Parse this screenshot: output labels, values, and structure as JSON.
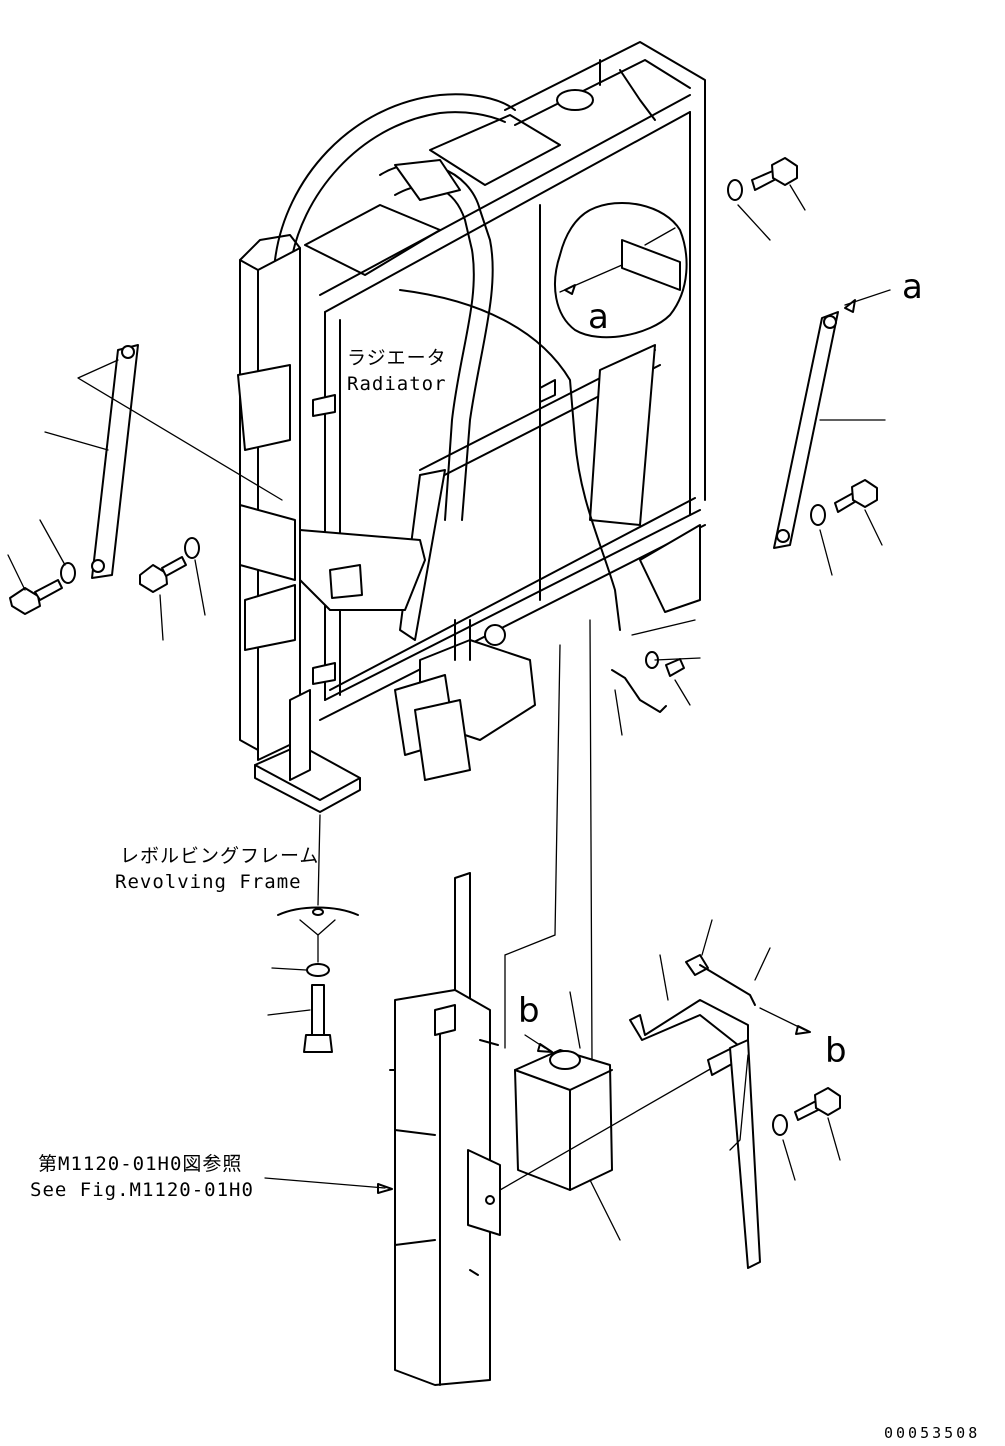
{
  "labels": {
    "radiator_jp": "ラジエータ",
    "radiator_en": "Radiator",
    "frame_jp": "レボルビングフレーム",
    "frame_en": "Revolving Frame",
    "see_fig_jp": "第M1120-01H0図参照",
    "see_fig_en": "See Fig.M1120-01H0",
    "callout_a_detail": "a",
    "callout_a_rod": "a",
    "callout_b_tank": "b",
    "callout_b_bracket": "b",
    "drawing_number": "00053508"
  }
}
